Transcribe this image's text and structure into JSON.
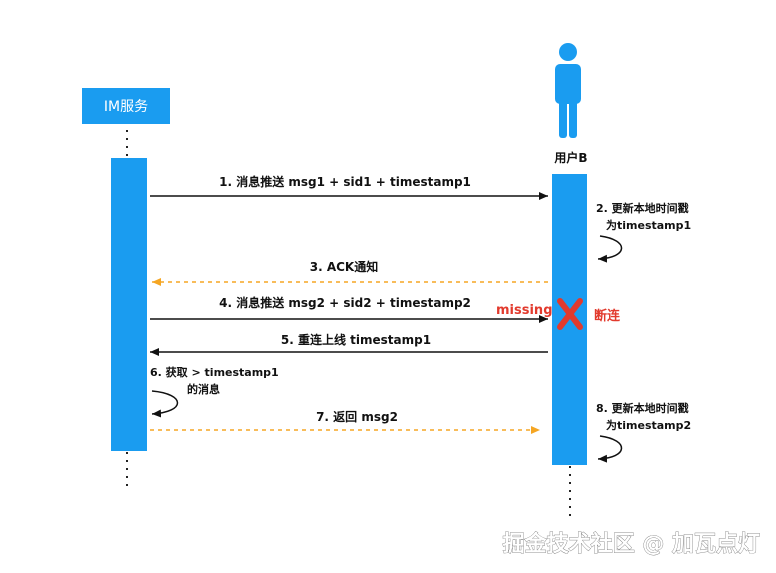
{
  "participants": {
    "server": "IM服务",
    "user": "用户B"
  },
  "messages": {
    "m1": "1. 消息推送 msg1 + sid1 + timestamp1",
    "m3": "3. ACK通知",
    "m4": "4. 消息推送 msg2 + sid2 + timestamp2",
    "m5": "5. 重连上线 timestamp1",
    "m7": "7. 返回 msg2"
  },
  "notes": {
    "n2_line1": "2. 更新本地时间戳",
    "n2_line2": "为timestamp1",
    "n6_line1": "6. 获取 > timestamp1",
    "n6_line2": "的消息",
    "n8_line1": "8. 更新本地时间戳",
    "n8_line2": "为timestamp2"
  },
  "status": {
    "missing": "missing",
    "disconnect": "断连"
  },
  "watermark": "掘金技术社区 @ 加瓦点灯",
  "colors": {
    "lifeline_blue": "#1a9cf0",
    "async_orange": "#f5a623",
    "error_red": "#e23a2d",
    "arrow_black": "#111111"
  }
}
